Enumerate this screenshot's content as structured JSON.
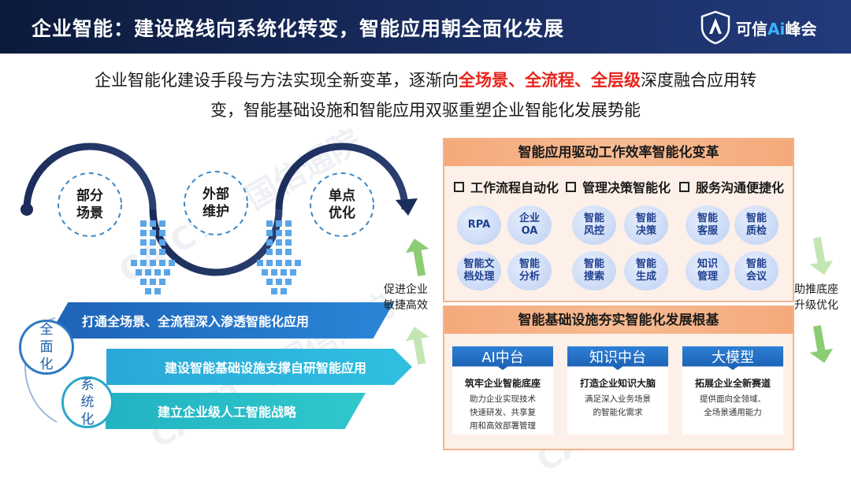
{
  "header": {
    "title": "企业智能：建设路线向系统化转变，智能应用朝全面化发展",
    "brand_prefix": "可信",
    "brand_ai": "Ai",
    "brand_suffix": "峰会"
  },
  "intro": {
    "line1_a": "企业智能化建设手段与方法实现全新变革，逐渐向",
    "line1_hl": "全场景、全流程、全层级",
    "line1_b": "深度融合应用转",
    "line2": "变，智能基础设施和智能应用双驱重塑企业智能化发展势能"
  },
  "watermark": "CAICT 中国信通院",
  "stages": [
    {
      "line1": "部分",
      "line2": "场景"
    },
    {
      "line1": "外部",
      "line2": "维护"
    },
    {
      "line1": "单点",
      "line2": "优化"
    }
  ],
  "ribbons": [
    "打通全场景、全流程深入渗透智能化应用",
    "建设智能基础设施支撑自研智能应用",
    "建立企业级人工智能战略"
  ],
  "side_circles": {
    "full": [
      "全",
      "面",
      "化"
    ],
    "system": [
      "系",
      "统",
      "化"
    ]
  },
  "panel_top": {
    "title": "智能应用驱动工作效率智能化变革",
    "categories": [
      "工作流程自动化",
      "管理决策智能化",
      "服务沟通便捷化"
    ],
    "bubbles": [
      [
        "RPA",
        ""
      ],
      [
        "企业",
        "OA"
      ],
      [
        "智能",
        "风控"
      ],
      [
        "智能",
        "决策"
      ],
      [
        "智能",
        "客服"
      ],
      [
        "智能",
        "质检"
      ],
      [
        "智能文",
        "档处理"
      ],
      [
        "智能",
        "分析"
      ],
      [
        "智能",
        "搜索"
      ],
      [
        "智能",
        "生成"
      ],
      [
        "知识",
        "管理"
      ],
      [
        "智能",
        "会议"
      ]
    ]
  },
  "panel_bottom": {
    "title": "智能基础设施夯实智能化发展根基",
    "cards": [
      {
        "title": "AI中台",
        "subtitle": "筑牢企业智能底座",
        "desc": [
          "助力企业实现技术",
          "快速研发、共享复",
          "用和高效部署管理"
        ]
      },
      {
        "title": "知识中台",
        "subtitle": "打造企业知识大脑",
        "desc": [
          "满足深入业务场景",
          "的智能化需求",
          ""
        ]
      },
      {
        "title": "大模型",
        "subtitle": "拓展企业全新赛道",
        "desc": [
          "提供面向全领域、",
          "全场景通用能力",
          ""
        ]
      }
    ]
  },
  "side_notes": {
    "left": [
      "促进企业",
      "敏捷高效"
    ],
    "right": [
      "助推底座",
      "升级优化"
    ]
  },
  "colors": {
    "header_bg": "#1a2e63",
    "highlight": "#e8241b",
    "panel_bg": "#fdf0e8",
    "panel_head": "#f5a97a",
    "card_title": "#2d7fd6",
    "green_arrow": "#7ec66a"
  }
}
